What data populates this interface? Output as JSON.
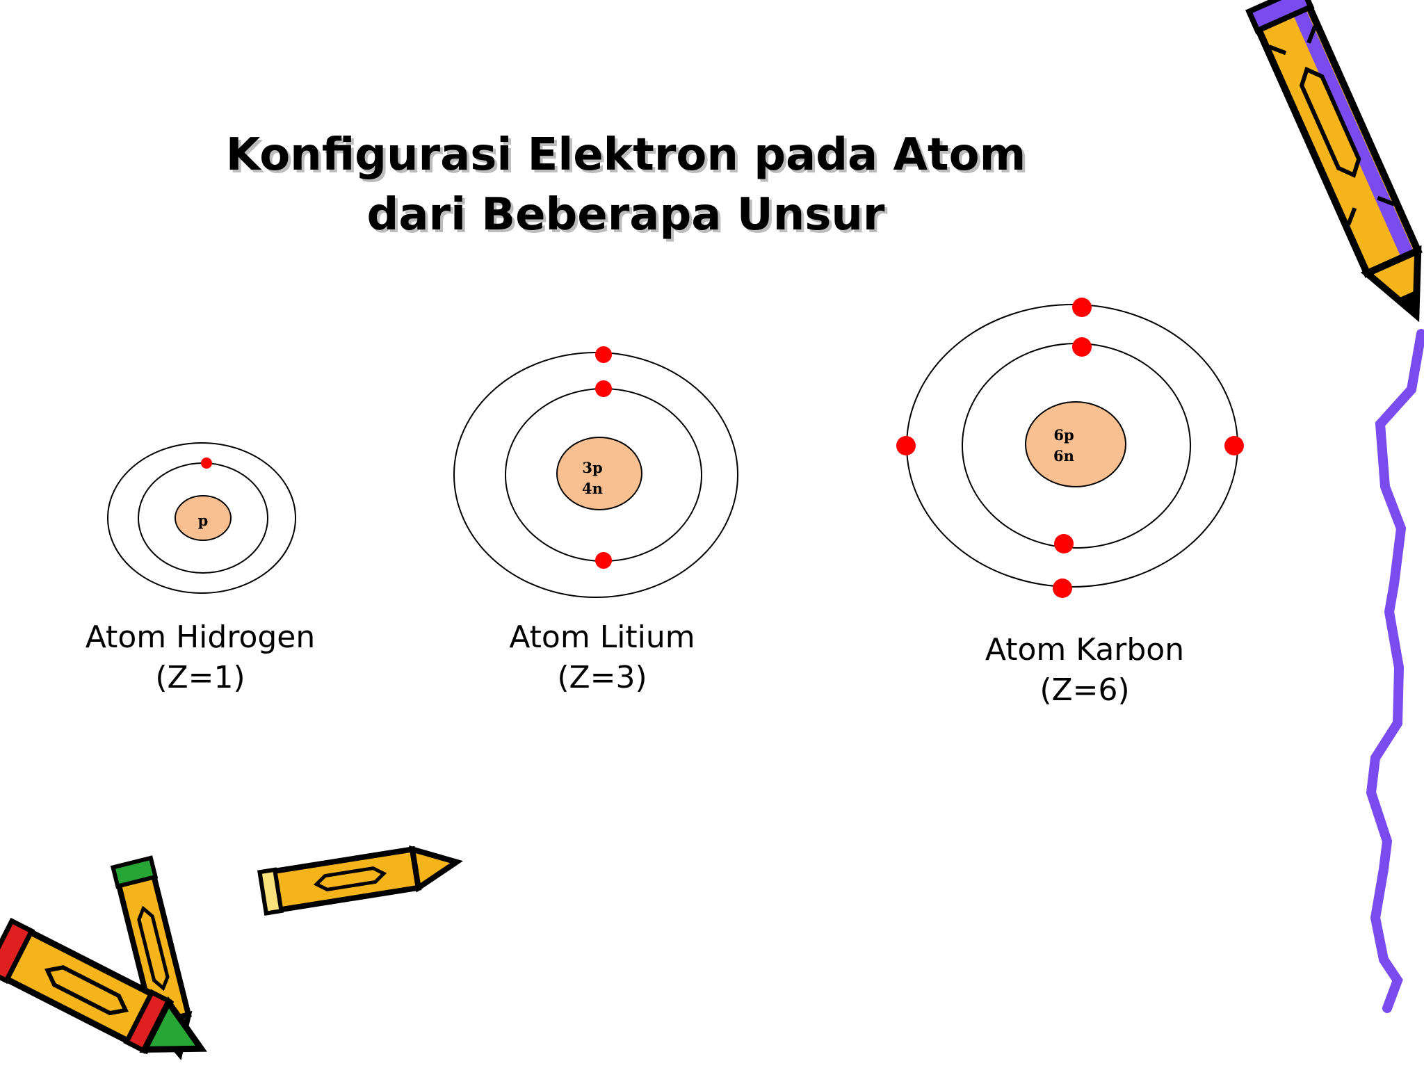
{
  "title": {
    "line1": "Konfigurasi Elektron pada Atom",
    "line2": "dari Beberapa Unsur"
  },
  "colors": {
    "nucleus": "#f8c090",
    "electron": "#ff0000",
    "orbit": "#000000",
    "pencil_body": "#f5b41a",
    "pencil_stripe": "#7a4cf0",
    "squiggle": "#7a4cf0"
  },
  "atoms": [
    {
      "name": "Atom Hidrogen",
      "z_label": "(Z=1)",
      "nucleus_lines": [
        "p"
      ],
      "electrons_per_shell": [
        1,
        0
      ]
    },
    {
      "name": "Atom Litium",
      "z_label": "(Z=3)",
      "nucleus_lines": [
        "3p",
        "4n"
      ],
      "electrons_per_shell": [
        2,
        1
      ]
    },
    {
      "name": "Atom Karbon",
      "z_label": "(Z=6)",
      "nucleus_lines": [
        "6p",
        "6n"
      ],
      "electrons_per_shell": [
        2,
        4
      ]
    }
  ],
  "icons": [
    "pencil-icon",
    "pencils-icon",
    "squiggle-line-icon"
  ]
}
